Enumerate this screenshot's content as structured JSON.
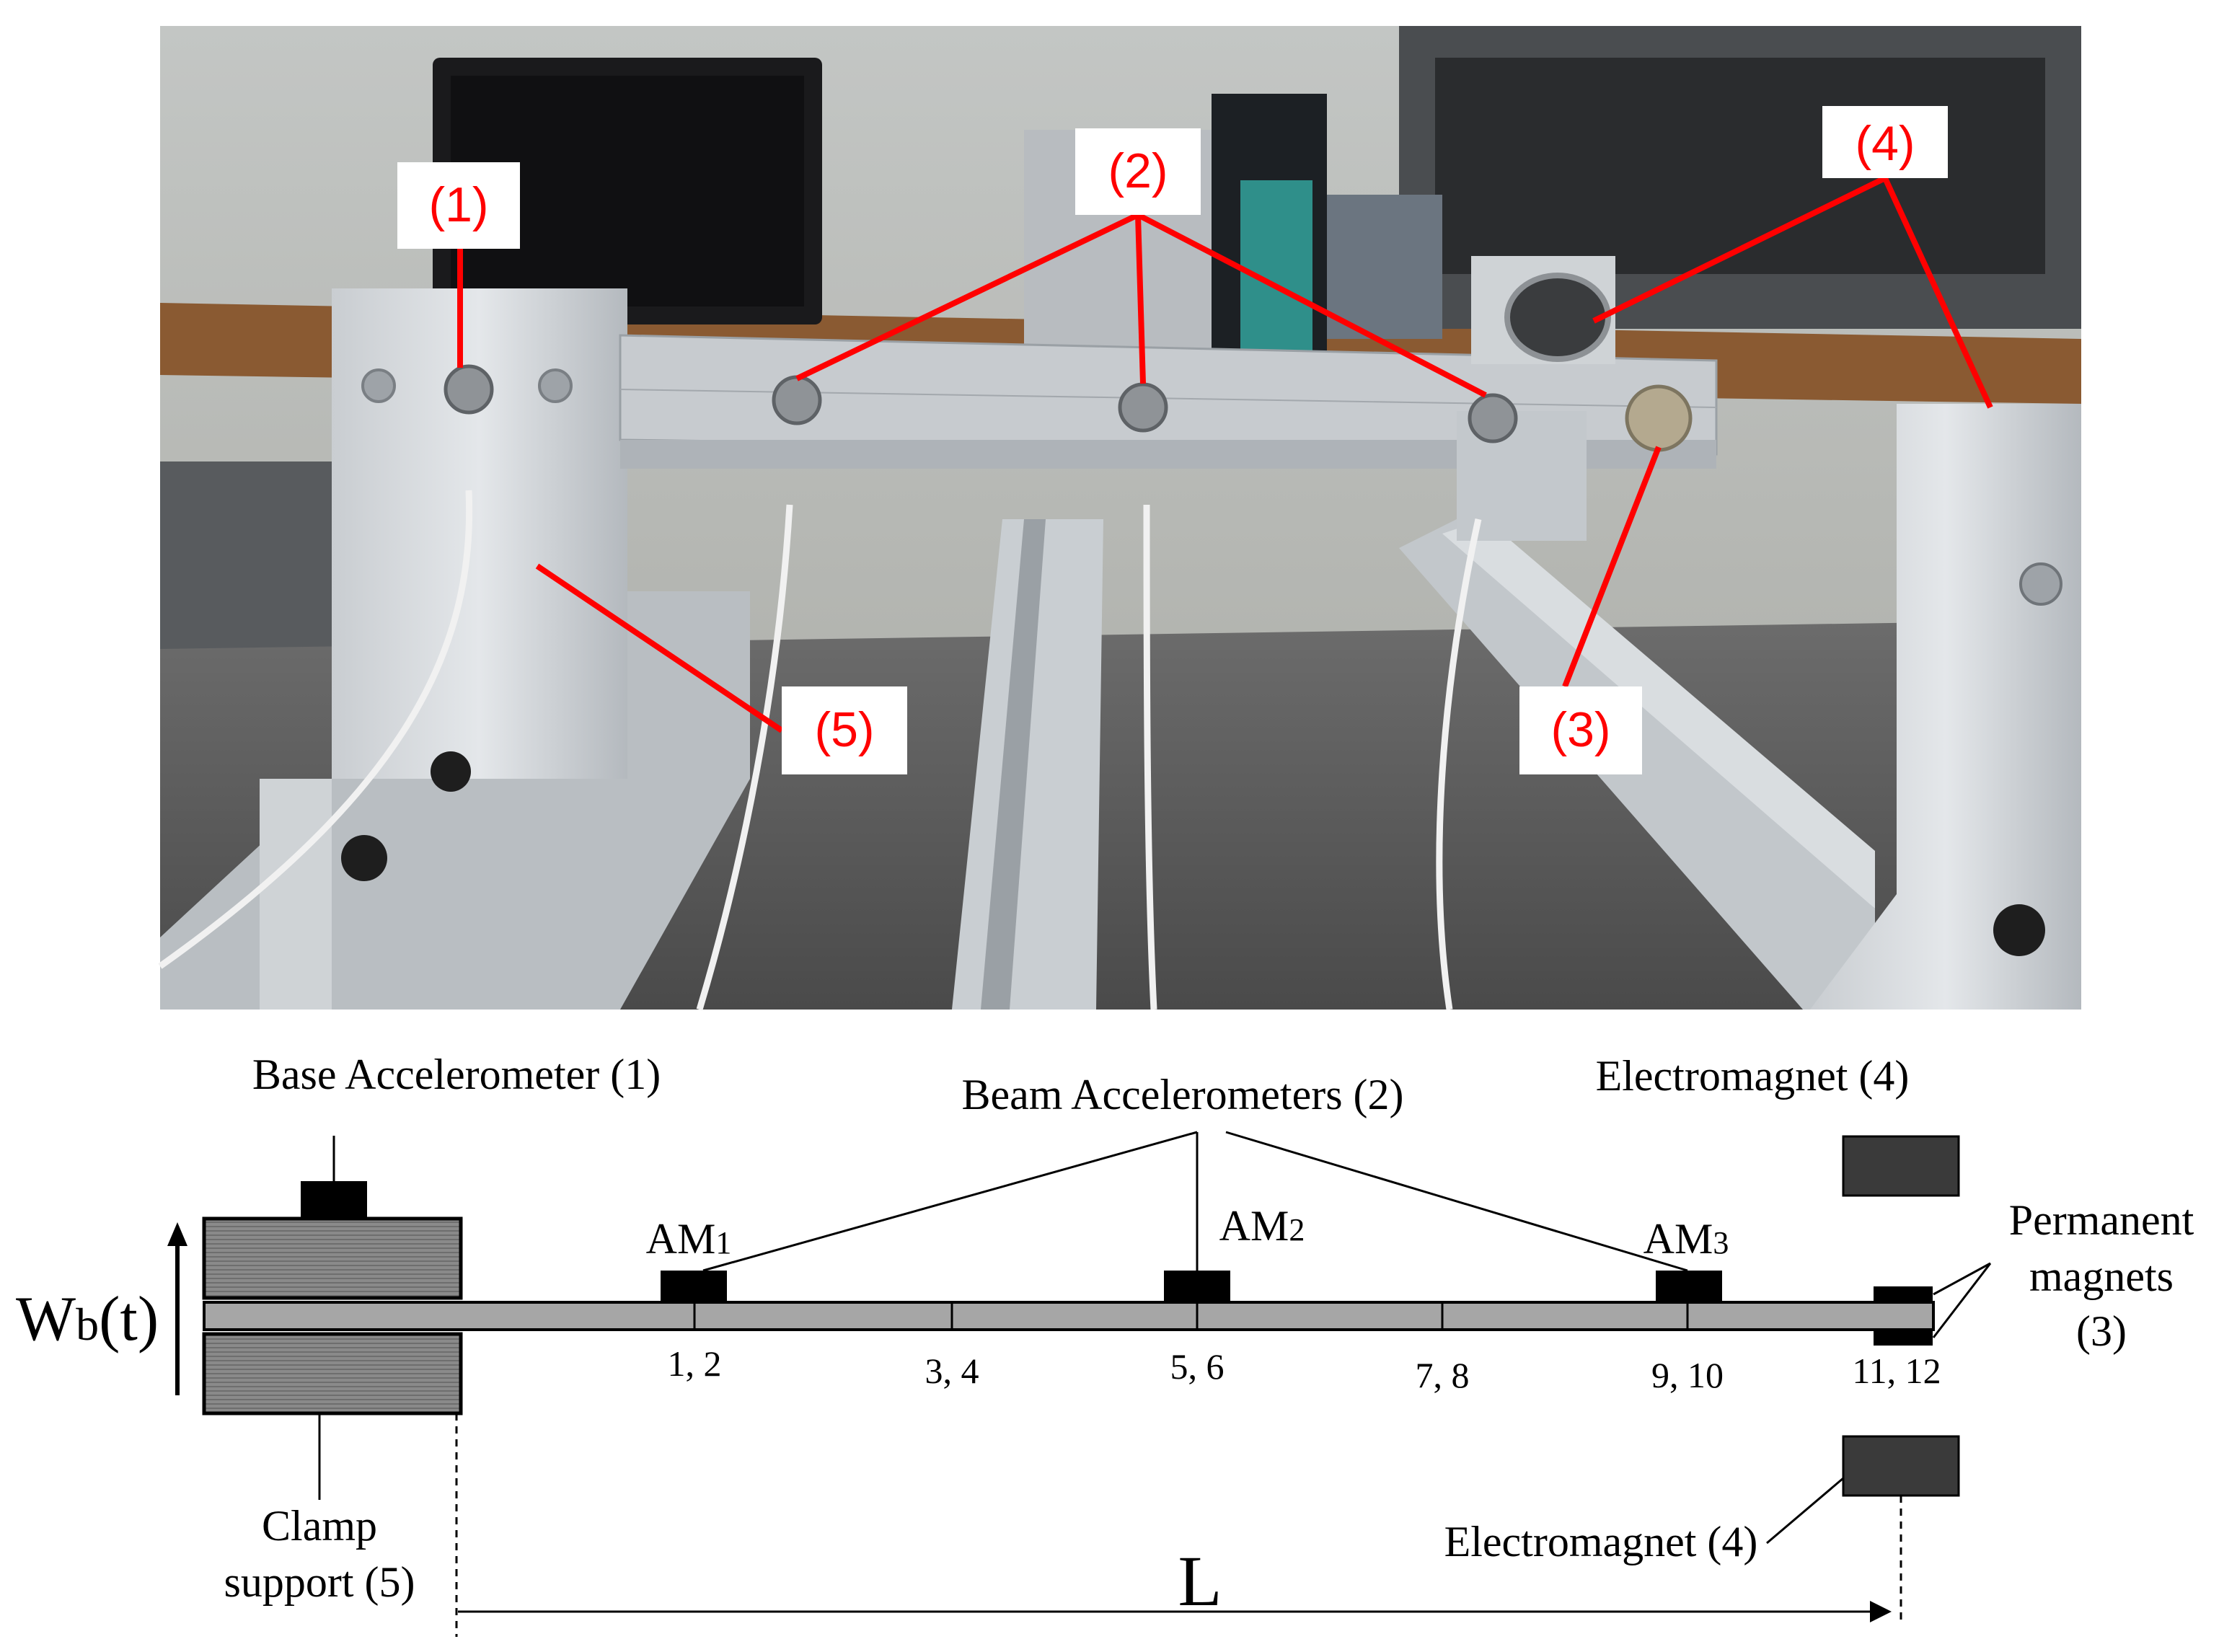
{
  "photo": {
    "callouts": [
      "(1)",
      "(2)",
      "(3)",
      "(4)",
      "(5)"
    ],
    "callout_color": "#ff0000"
  },
  "schematic": {
    "base_accelerometer": "Base Accelerometer (1)",
    "beam_accelerometers": "Beam Accelerometers (2)",
    "electromagnet_top": "Electromagnet (4)",
    "electromagnet_bottom": "Electromagnet (4)",
    "permanent_magnets": [
      "Permanent",
      "magnets",
      "(3)"
    ],
    "clamp_support": [
      "Clamp",
      "support (5)"
    ],
    "base_motion": {
      "main": "W",
      "sub": "b",
      "arg": "(t)"
    },
    "length_symbol": "L",
    "am_labels": [
      {
        "main": "AM",
        "sub": "1"
      },
      {
        "main": "AM",
        "sub": "2"
      },
      {
        "main": "AM",
        "sub": "3"
      }
    ],
    "node_labels": [
      "1, 2",
      "3, 4",
      "5, 6",
      "7, 8",
      "9, 10",
      "11, 12"
    ],
    "colors": {
      "beam": "#a6a6a6",
      "clamp": "#7f7f7f",
      "electromagnet": "#3a3a3a",
      "sensor": "#000000"
    }
  }
}
